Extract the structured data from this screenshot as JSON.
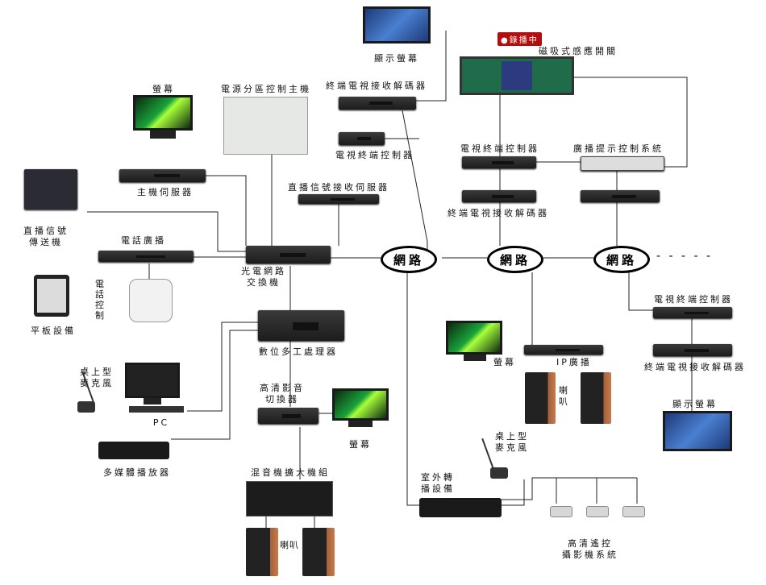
{
  "labels": {
    "display_top": "顯示螢幕",
    "decoder_top": "終端電視接收解碼器",
    "terminal_ctrl_top": "電視終端控制器",
    "monitor": "螢幕",
    "power_ctrl": "電源分區控制主機",
    "host_server": "主機伺服器",
    "live_receiver": "直播信號接收伺服器",
    "live_transmitter": "直播信號\n傳送機",
    "tablet": "平板設備",
    "phone_broadcast": "電話廣播",
    "phone_ctrl": "電話控制",
    "switch": "光電網路\n交換機",
    "dsp": "數位多工處理器",
    "desk_mic_left": "桌上型\n麥克風",
    "pc": "PC",
    "hd_switcher": "高清影音\n切換器",
    "monitor_mid": "螢幕",
    "media_player": "多媒體播放器",
    "mixer_amp": "混音機擴大機組",
    "speaker_bottom": "喇叭",
    "magnetic_switch": "磁吸式感應開關",
    "recording_badge": "●錄播中",
    "tv_terminal_ctrl": "電視終端控制器",
    "broadcast_ctrl": "廣播提示控制系統",
    "decoder_mid": "終端電視接收解碼器",
    "network1": "網路",
    "network2": "網路",
    "network3": "網路",
    "ellipsis": "- - - - -",
    "terminal_ctrl_right": "電視終端控制器",
    "decoder_right": "終端電視接收解碼器",
    "display_right": "顯示螢幕",
    "monitor_ip": "螢幕",
    "ip_broadcast": "IP廣播",
    "speaker_ip": "喇叭",
    "outdoor": "室外轉\n播設備",
    "desk_mic_right": "桌上型\n麥克風",
    "cameras": "高清遙控\n攝影機系統"
  }
}
